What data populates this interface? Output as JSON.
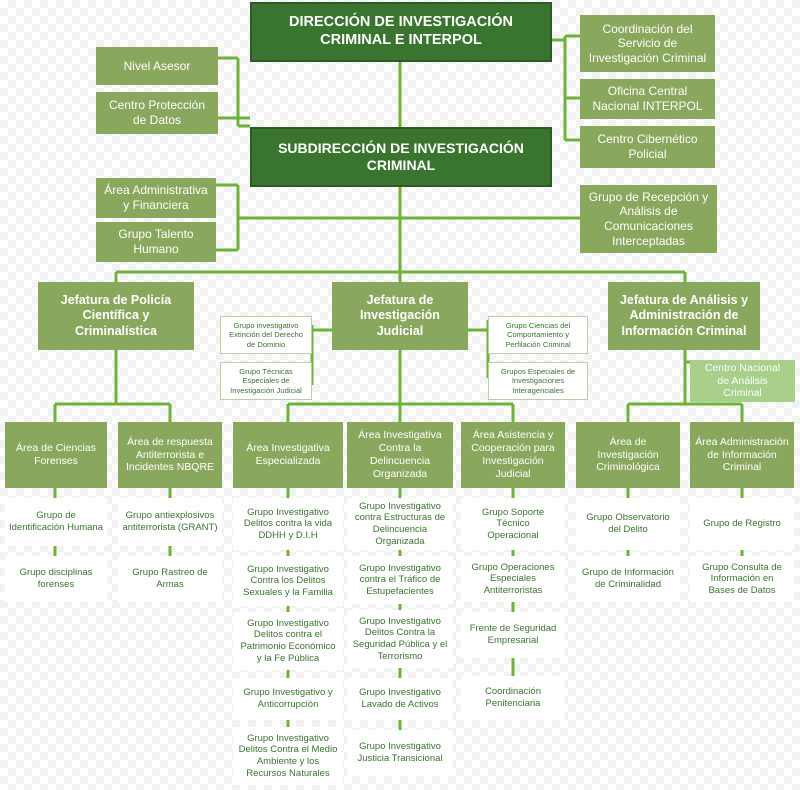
{
  "top": {
    "direccion": "DIRECCIÓN DE INVESTIGACIÓN\nCRIMINAL E INTERPOL",
    "subdireccion": "SUBDIRECCIÓN DE INVESTIGACIÓN\nCRIMINAL"
  },
  "left_units": {
    "nivel_asesor": "Nivel Asesor",
    "centro_proteccion": "Centro Protección\nde Datos",
    "area_administrativa": "Área Administrativa\ny Financiera",
    "grupo_talento": "Grupo Talento\nHumano"
  },
  "right_units": {
    "coordinacion": "Coordinación del\nServicio de\nInvestigación Criminal",
    "oficina_interpol": "Oficina Central\nNacional INTERPOL",
    "centro_cibernetico": "Centro Cibernético\nPolicial",
    "grupo_recepcion": "Grupo de Recepción y\nAnálisis de\nComunicaciones\nInterceptadas"
  },
  "jefaturas": {
    "policia": "Jefatura  de Policía\nCientífica y\nCriminalística",
    "judicial": "Jefatura  de\nInvestigación\nJudicial",
    "analisis": "Jefatura de Análisis y\nAdministración de\nInformación Criminal"
  },
  "jefatura_judicial_groups": {
    "extincion": "Grupo investigativo\nExtinción del Derecho\nde Dominio",
    "tecnicas": "Grupo Técnicas\nEspeciales de\nInvestigación Judicial",
    "ciencias": "Grupo Ciencias del\nComportamiento y\nPerfilación Criminal",
    "especiales": "Grupos Especiales de\nInvestigaciones\nInteragenciales"
  },
  "centro_analisis": "Centro Nacional\nde Análisis\nCriminal",
  "areas": [
    {
      "label": "Área de Ciencias\nForenses",
      "groups": [
        "Grupo de\nIdentificación Humana",
        "Grupo disciplinas\nforenses"
      ]
    },
    {
      "label": "Área de respuesta\nAntiterrorista e\nIncidentes NBQRE",
      "groups": [
        "Grupo antiexplosivos\nantiterrorista (GRANT)",
        "Grupo Rastreo de\nArmas"
      ]
    },
    {
      "label": "Área Investigativa\nEspecializada",
      "groups": [
        "Grupo Investigativo\nDelitos contra la vida\nDDHH y D.I.H",
        "Grupo Investigativo\nContra los Delitos\nSexuales y la Familia",
        "Grupo Investigativo\nDelitos contra el\nPatrimonio Económico\ny la Fe Pública",
        "Grupo Investigativo y\nAnticorrupción",
        "Grupo Investigativo\nDelitos Contra el Medio\nAmbiente y los\nRecursos Naturales"
      ]
    },
    {
      "label": "Área Investigativa\nContra la\nDelincuencia\nOrganizada",
      "groups": [
        "Grupo Investigativo\ncontra Estructuras de\nDelincuencia\nOrganizada",
        "Grupo Investigativo\ncontra el Tráfico de\nEstupefacientes",
        "Grupo Investigativo\nDelitos Contra la\nSeguridad Pública y el\nTerrorismo",
        "Grupo Investigativo\nLavado de Activos",
        "Grupo Investigativo\nJusticia Transicional"
      ]
    },
    {
      "label": "Área Asistencia y\nCooperación para\nInvestigación\nJudicial",
      "groups": [
        "Grupo Soporte Técnico\nOperacional",
        "Grupo Operaciones\nEspeciales\nAntiterroristas",
        "Frente de Seguridad\nEmpresarial",
        "Coordinación\nPenitenciaria"
      ]
    },
    {
      "label": "Área de\nInvestigación\nCriminológica",
      "groups": [
        "Grupo Observatorio\ndel Delito",
        "Grupo de Información\nde Criminalidad"
      ]
    },
    {
      "label": "Área Administración\nde Información\nCriminal",
      "groups": [
        "Grupo  de Registro",
        "Grupo  Consulta de\nInformación en\nBases de Datos"
      ]
    }
  ]
}
